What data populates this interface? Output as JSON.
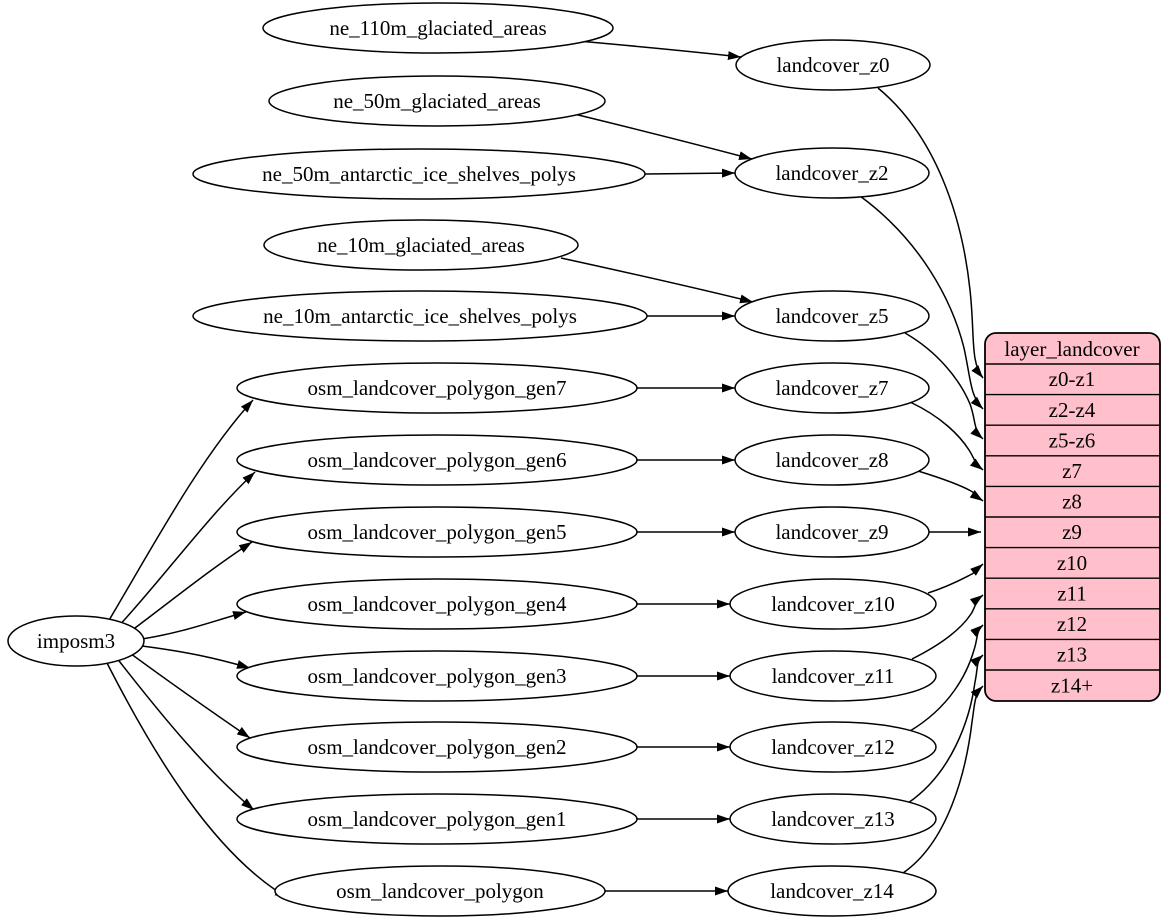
{
  "colors": {
    "background": "#ffffff",
    "node_fill": "#ffffff",
    "node_stroke": "#000000",
    "edge": "#000000",
    "table_fill": "#ffc0cb",
    "table_stroke": "#000000"
  },
  "nodes": {
    "imposm3": "imposm3",
    "ne_110m_glaciated_areas": "ne_110m_glaciated_areas",
    "ne_50m_glaciated_areas": "ne_50m_glaciated_areas",
    "ne_50m_antarctic_ice_shelves_polys": "ne_50m_antarctic_ice_shelves_polys",
    "ne_10m_glaciated_areas": "ne_10m_glaciated_areas",
    "ne_10m_antarctic_ice_shelves_polys": "ne_10m_antarctic_ice_shelves_polys",
    "osm_landcover_polygon_gen7": "osm_landcover_polygon_gen7",
    "osm_landcover_polygon_gen6": "osm_landcover_polygon_gen6",
    "osm_landcover_polygon_gen5": "osm_landcover_polygon_gen5",
    "osm_landcover_polygon_gen4": "osm_landcover_polygon_gen4",
    "osm_landcover_polygon_gen3": "osm_landcover_polygon_gen3",
    "osm_landcover_polygon_gen2": "osm_landcover_polygon_gen2",
    "osm_landcover_polygon_gen1": "osm_landcover_polygon_gen1",
    "osm_landcover_polygon": "osm_landcover_polygon",
    "landcover_z0": "landcover_z0",
    "landcover_z2": "landcover_z2",
    "landcover_z5": "landcover_z5",
    "landcover_z7": "landcover_z7",
    "landcover_z8": "landcover_z8",
    "landcover_z9": "landcover_z9",
    "landcover_z10": "landcover_z10",
    "landcover_z11": "landcover_z11",
    "landcover_z12": "landcover_z12",
    "landcover_z13": "landcover_z13",
    "landcover_z14": "landcover_z14"
  },
  "table": {
    "title": "layer_landcover",
    "rows": [
      "z0-z1",
      "z2-z4",
      "z5-z6",
      "z7",
      "z8",
      "z9",
      "z10",
      "z11",
      "z12",
      "z13",
      "z14+"
    ]
  },
  "edges": [
    {
      "from": "imposm3",
      "to": "osm_landcover_polygon_gen7"
    },
    {
      "from": "imposm3",
      "to": "osm_landcover_polygon_gen6"
    },
    {
      "from": "imposm3",
      "to": "osm_landcover_polygon_gen5"
    },
    {
      "from": "imposm3",
      "to": "osm_landcover_polygon_gen4"
    },
    {
      "from": "imposm3",
      "to": "osm_landcover_polygon_gen3"
    },
    {
      "from": "imposm3",
      "to": "osm_landcover_polygon_gen2"
    },
    {
      "from": "imposm3",
      "to": "osm_landcover_polygon_gen1"
    },
    {
      "from": "imposm3",
      "to": "osm_landcover_polygon"
    },
    {
      "from": "ne_110m_glaciated_areas",
      "to": "landcover_z0"
    },
    {
      "from": "ne_50m_glaciated_areas",
      "to": "landcover_z2"
    },
    {
      "from": "ne_50m_antarctic_ice_shelves_polys",
      "to": "landcover_z2"
    },
    {
      "from": "ne_10m_glaciated_areas",
      "to": "landcover_z5"
    },
    {
      "from": "ne_10m_antarctic_ice_shelves_polys",
      "to": "landcover_z5"
    },
    {
      "from": "osm_landcover_polygon_gen7",
      "to": "landcover_z7"
    },
    {
      "from": "osm_landcover_polygon_gen6",
      "to": "landcover_z8"
    },
    {
      "from": "osm_landcover_polygon_gen5",
      "to": "landcover_z9"
    },
    {
      "from": "osm_landcover_polygon_gen4",
      "to": "landcover_z10"
    },
    {
      "from": "osm_landcover_polygon_gen3",
      "to": "landcover_z11"
    },
    {
      "from": "osm_landcover_polygon_gen2",
      "to": "landcover_z12"
    },
    {
      "from": "osm_landcover_polygon_gen1",
      "to": "landcover_z13"
    },
    {
      "from": "osm_landcover_polygon",
      "to": "landcover_z14"
    },
    {
      "from": "landcover_z0",
      "to": "layer_landcover:z0-z1"
    },
    {
      "from": "landcover_z2",
      "to": "layer_landcover:z2-z4"
    },
    {
      "from": "landcover_z5",
      "to": "layer_landcover:z5-z6"
    },
    {
      "from": "landcover_z7",
      "to": "layer_landcover:z7"
    },
    {
      "from": "landcover_z8",
      "to": "layer_landcover:z8"
    },
    {
      "from": "landcover_z9",
      "to": "layer_landcover:z9"
    },
    {
      "from": "landcover_z10",
      "to": "layer_landcover:z10"
    },
    {
      "from": "landcover_z11",
      "to": "layer_landcover:z11"
    },
    {
      "from": "landcover_z12",
      "to": "layer_landcover:z12"
    },
    {
      "from": "landcover_z13",
      "to": "layer_landcover:z13"
    },
    {
      "from": "landcover_z14",
      "to": "layer_landcover:z14+"
    }
  ]
}
